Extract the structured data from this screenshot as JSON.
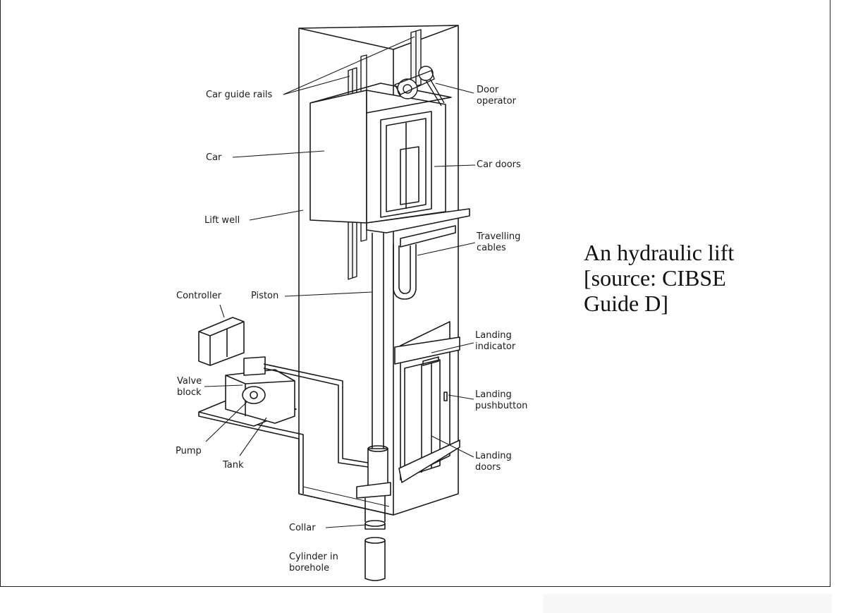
{
  "caption": {
    "line1": "An hydraulic lift",
    "line2": "[source: CIBSE",
    "line3": "Guide D]"
  },
  "labels": {
    "car_guide_rails": "Car guide rails",
    "door_operator": "Door\noperator",
    "car": "Car",
    "car_doors": "Car doors",
    "lift_well": "Lift well",
    "travelling_cables": "Travelling\ncables",
    "controller": "Controller",
    "piston": "Piston",
    "landing_indicator": "Landing\nindicator",
    "valve_block": "Valve\nblock",
    "landing_pushbutton": "Landing\npushbutton",
    "pump": "Pump",
    "tank": "Tank",
    "landing_doors": "Landing\ndoors",
    "collar": "Collar",
    "cylinder_in_borehole": "Cylinder in\nborehole"
  }
}
